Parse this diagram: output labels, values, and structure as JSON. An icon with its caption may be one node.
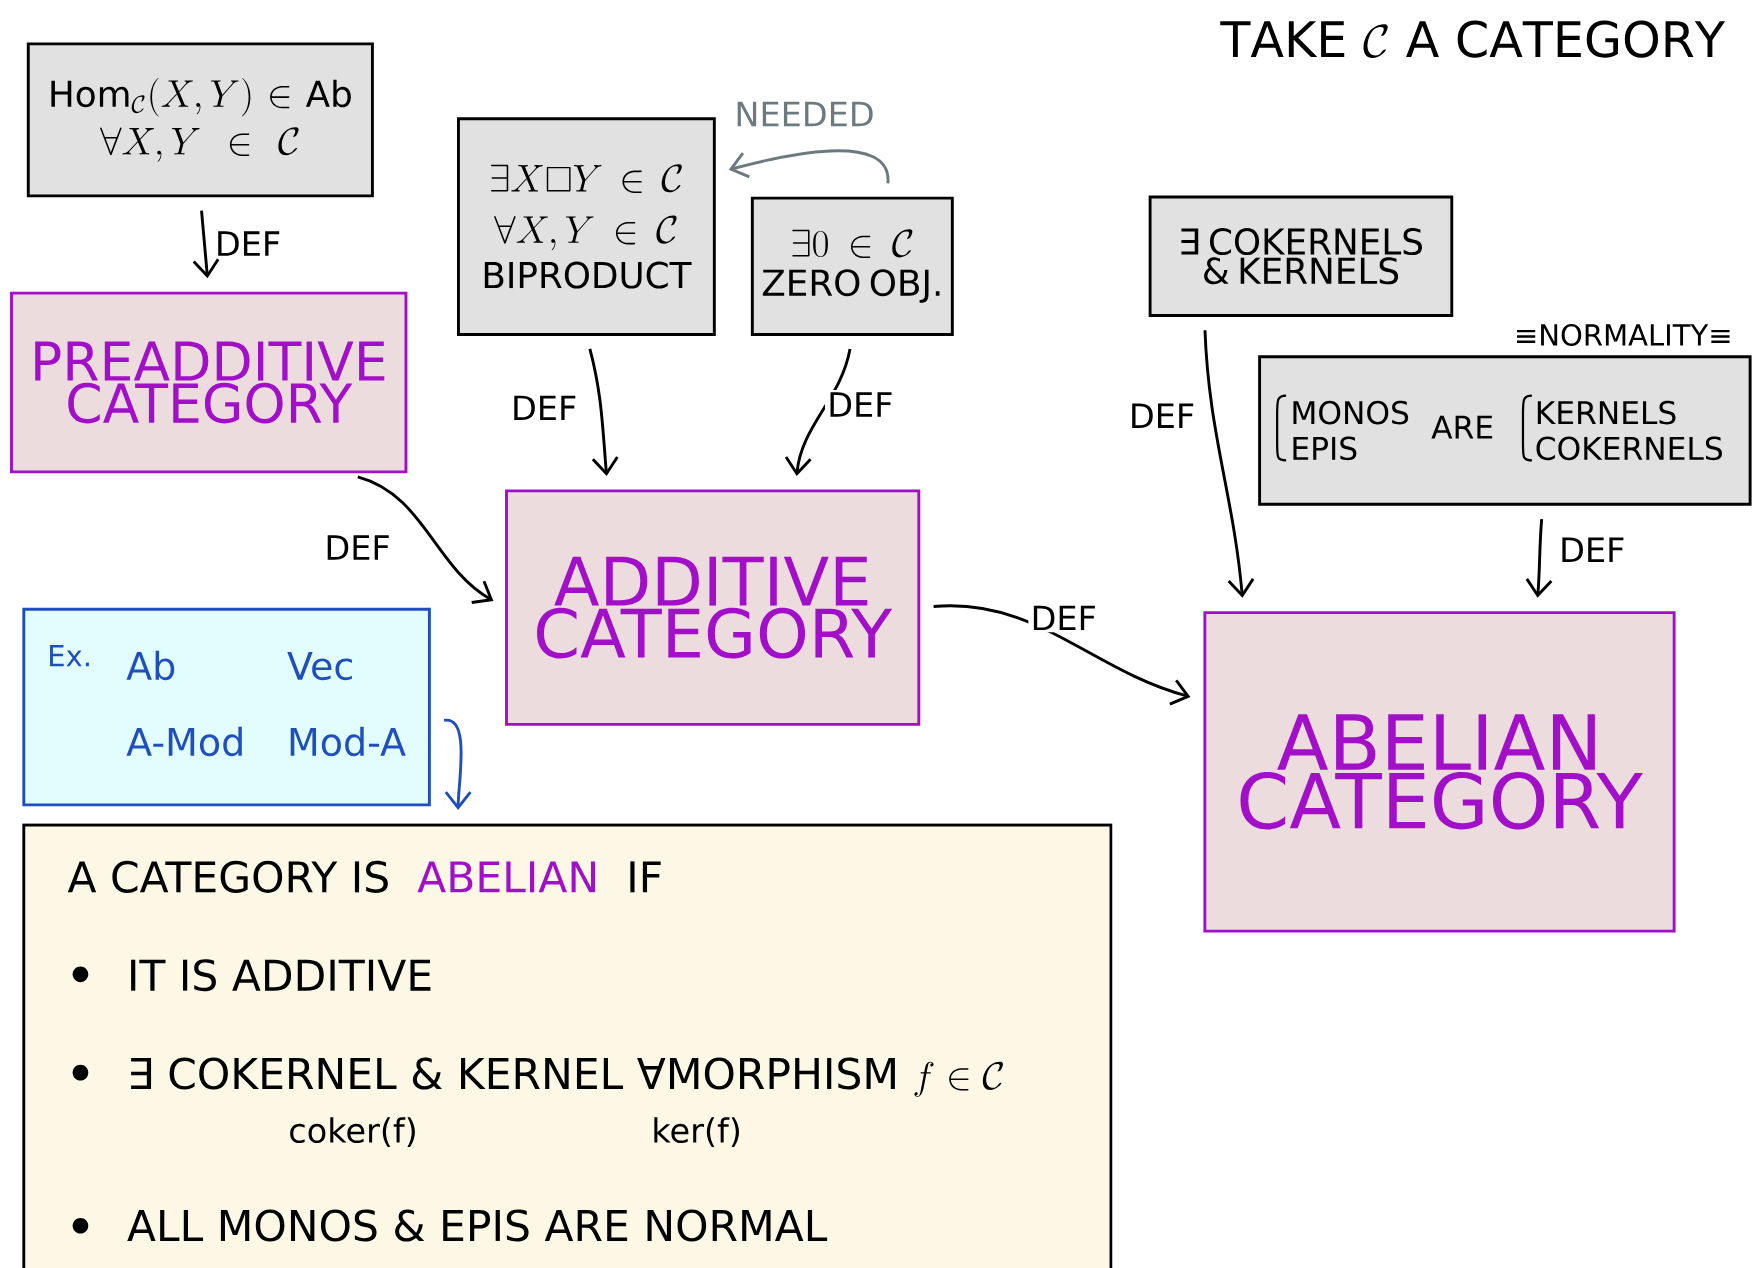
{
  "diagram": {
    "title": "\\mathrm{TAKE}\\ \\mathcal{C}\\ \\mathrm{A\\ CATEGORY}",
    "nodes": [
      {
        "text": [
          "\\mathrm{Hom}_{\\mathcal{C}}(X,Y)\\in\\mathrm{Ab}",
          "\\forall X,Y\\in\\mathcal{C}"
        ]
      },
      {
        "text": [
          "PREADDITIVE CATEGORY"
        ]
      },
      {
        "text": [
          "\\exists X\\Box Y\\in\\mathcal{C}",
          "\\forall X,Y\\in\\mathcal{C}",
          "BIPRODUCT"
        ]
      },
      {
        "text": [
          "\\exists 0\\in\\mathcal{C}",
          "ZERO OBJ."
        ]
      },
      {
        "text": [
          "∃ COKERNELS & KERNELS"
        ]
      },
      {
        "text": [
          "MONOS EPIS",
          "ARE",
          "KERNELS COKERNELS"
        ],
        "beside": [
          "≡NORMALITY≡"
        ]
      },
      {
        "text": [
          "ADDITIVE CATEGORY"
        ]
      },
      {
        "text": [
          "Ex.",
          "Ab",
          "Vec",
          "A-Mod",
          "Mod-A"
        ]
      },
      {
        "text": [
          "ABELIAN CATEGORY"
        ]
      },
      {
        "text": [
          "A CATEGORY IS",
          "ABELIAN",
          "IF",
          "IT IS ADDITIVE",
          "∃ COKERNEL & KERNEL ∀MORPHISM",
          "f\\in\\mathcal{C}",
          "coker(f)",
          "ker(f)",
          "ALL MONOS & EPIS ARE NORMAL"
        ]
      }
    ],
    "edges": [
      {
        "from": 0,
        "to": 1,
        "arrow": "to",
        "label": "DEF"
      },
      {
        "from": 1,
        "to": 6,
        "arrow": "to",
        "label": "DEF"
      },
      {
        "from": 2,
        "to": 6,
        "arrow": "to",
        "label": "DEF"
      },
      {
        "from": 3,
        "to": 6,
        "arrow": "to",
        "label": "DEF"
      },
      {
        "from": 3,
        "to": 2,
        "arrow": "to",
        "label": "NEEDED",
        "color": "#6b7a80"
      },
      {
        "from": 6,
        "to": 8,
        "arrow": "to",
        "label": "DEF"
      },
      {
        "from": 4,
        "to": 8,
        "arrow": "to",
        "label": "DEF"
      },
      {
        "from": 5,
        "to": 8,
        "arrow": "to",
        "label": "DEF"
      },
      {
        "from": 7,
        "to": 9,
        "arrow": "to",
        "color": "#1f4fbf"
      }
    ]
  }
}
